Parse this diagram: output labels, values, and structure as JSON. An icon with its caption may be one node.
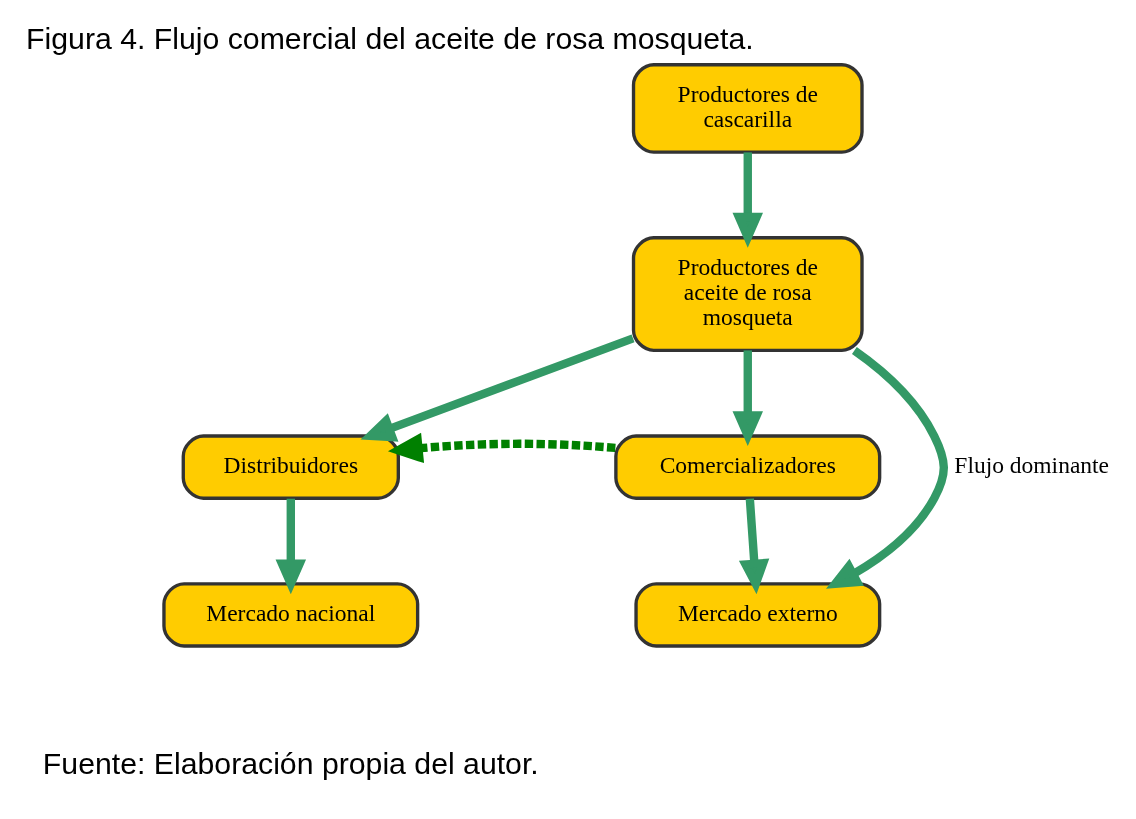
{
  "diagram": {
    "title": "Figura 4. Flujo comercial del aceite de rosa mosqueta.",
    "caption": "Fuente: Elaboración propia del autor.",
    "nodes": [
      {
        "text": [
          "Productores de cascarilla"
        ]
      },
      {
        "text": [
          "Productores de aceite de rosa mosqueta"
        ]
      },
      {
        "text": [
          "Distribuidores"
        ]
      },
      {
        "text": [
          "Comercializadores"
        ]
      },
      {
        "text": [
          "Mercado nacional"
        ]
      },
      {
        "text": [
          "Mercado externo"
        ]
      }
    ],
    "edges": [
      {
        "from": 0,
        "to": 1,
        "arrow": "to"
      },
      {
        "from": 1,
        "to": 2,
        "arrow": "to"
      },
      {
        "from": 1,
        "to": 3,
        "arrow": "to"
      },
      {
        "from": 3,
        "to": 2,
        "arrow": "to",
        "style": "dashed",
        "color": "#008000"
      },
      {
        "from": 2,
        "to": 4,
        "arrow": "to"
      },
      {
        "from": 3,
        "to": 5,
        "arrow": "to"
      },
      {
        "from": 1,
        "to": 5,
        "arrow": "to",
        "label": "Flujo dominante"
      }
    ]
  }
}
